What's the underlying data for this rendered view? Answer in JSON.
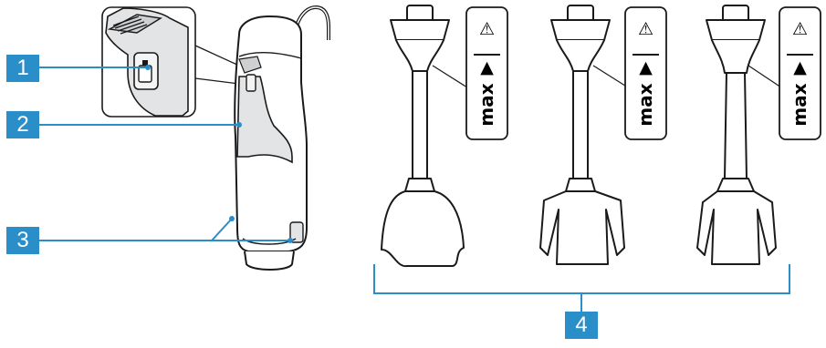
{
  "callouts": [
    {
      "number": "1"
    },
    {
      "number": "2"
    },
    {
      "number": "3"
    },
    {
      "number": "4"
    }
  ],
  "attachments": [
    {
      "warning_symbol": "⚠",
      "fill_marker": "▲",
      "fill_label": "max"
    },
    {
      "warning_symbol": "⚠",
      "fill_marker": "▲",
      "fill_label": "max"
    },
    {
      "warning_symbol": "⚠",
      "fill_marker": "▲",
      "fill_label": "max"
    }
  ],
  "colors": {
    "callout": "#2a8ec8",
    "body_shade": "#e3e4e6",
    "outline": "#1a1a1a"
  }
}
